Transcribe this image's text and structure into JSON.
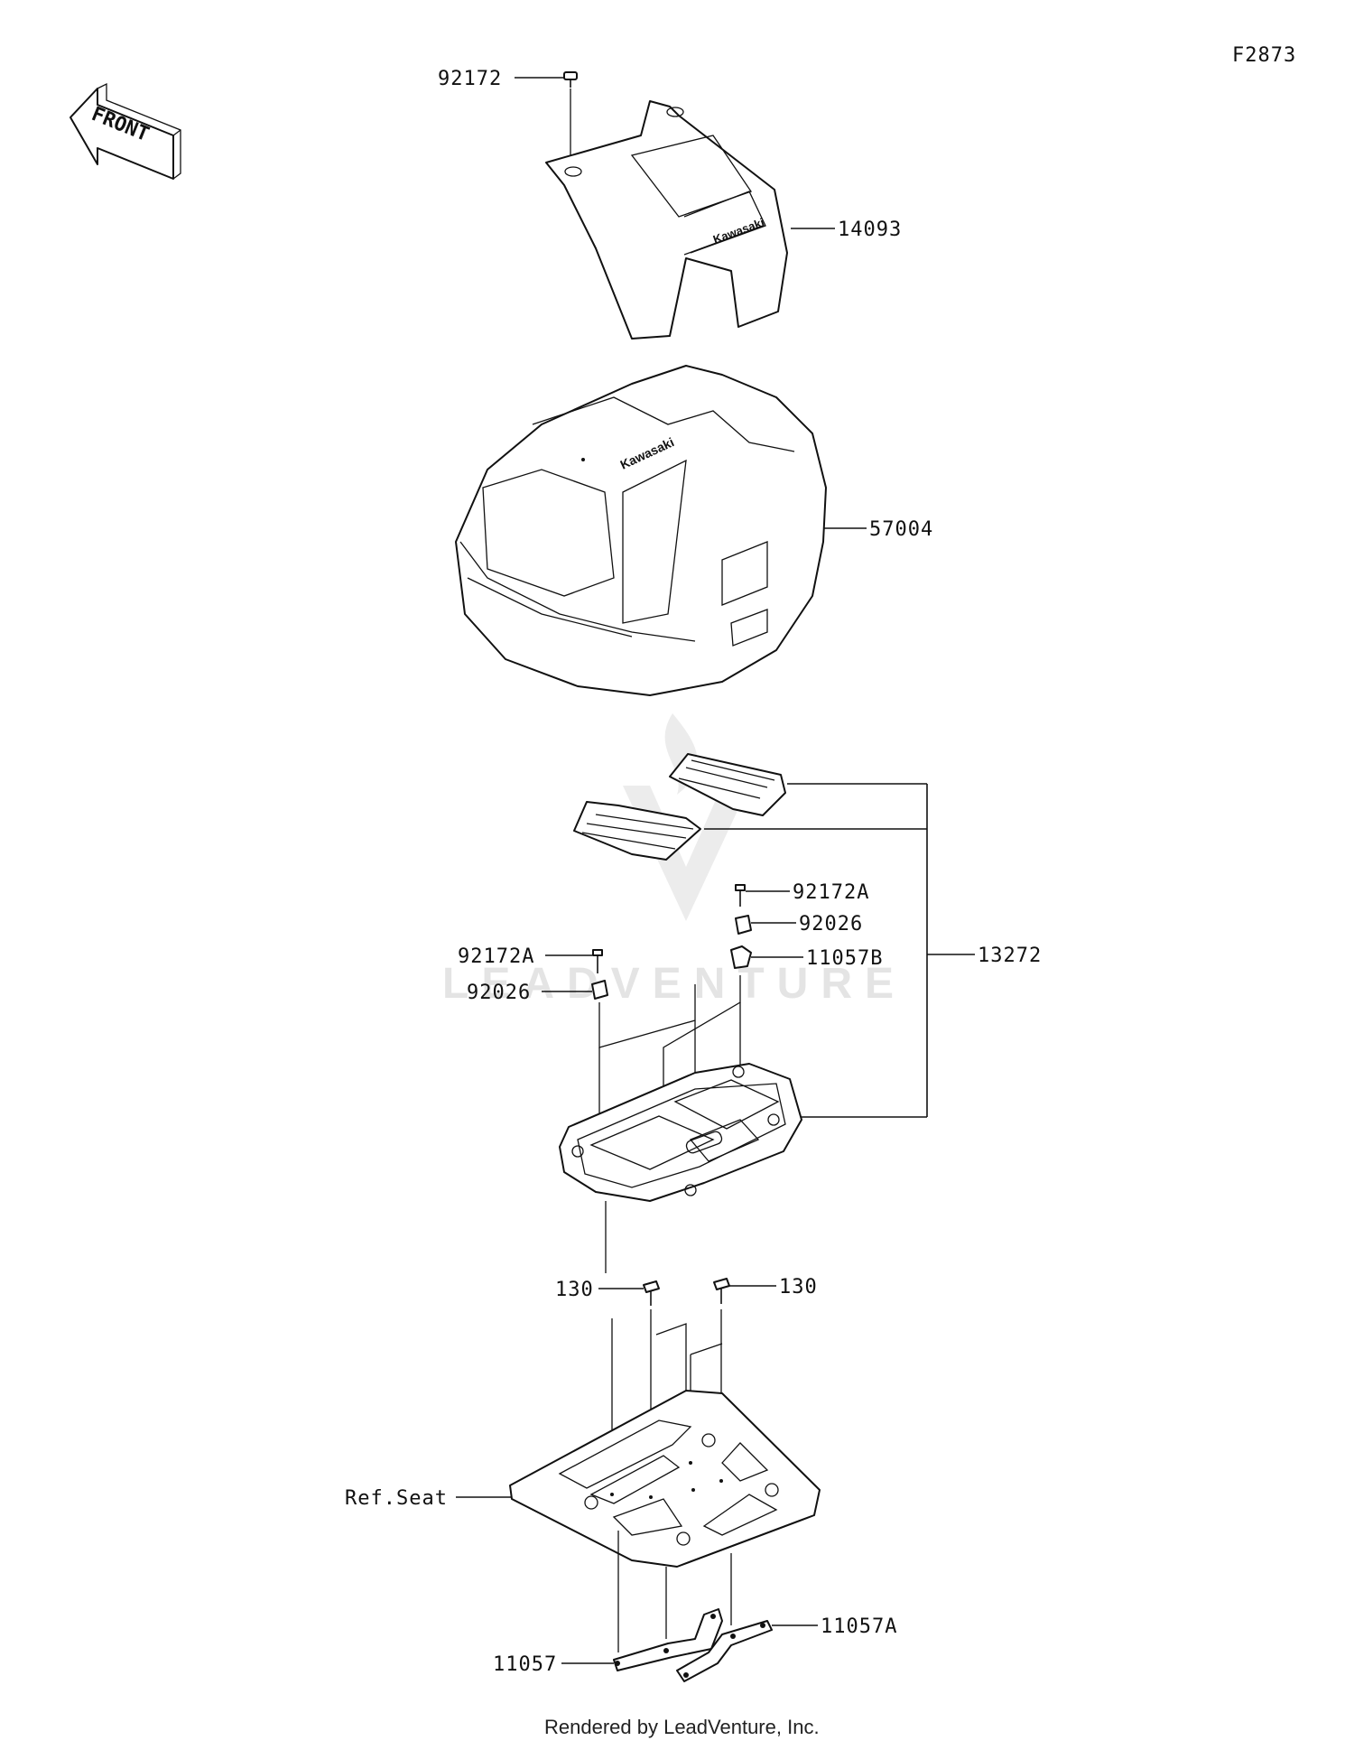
{
  "figure_code": "F2873",
  "front_label": "FRONT",
  "watermark": "LEADVENTURE",
  "footer": "Rendered by LeadVenture, Inc.",
  "brand_mark": "Kawasaki",
  "callouts": {
    "p92172": "92172",
    "p14093": "14093",
    "p57004": "57004",
    "p92172A_r": "92172A",
    "p92026_r": "92026",
    "p11057B": "11057B",
    "p13272": "13272",
    "p92172A_l": "92172A",
    "p92026_l": "92026",
    "p130_l": "130",
    "p130_r": "130",
    "ref_seat": "Ref.Seat",
    "p11057": "11057",
    "p11057A": "11057A"
  }
}
